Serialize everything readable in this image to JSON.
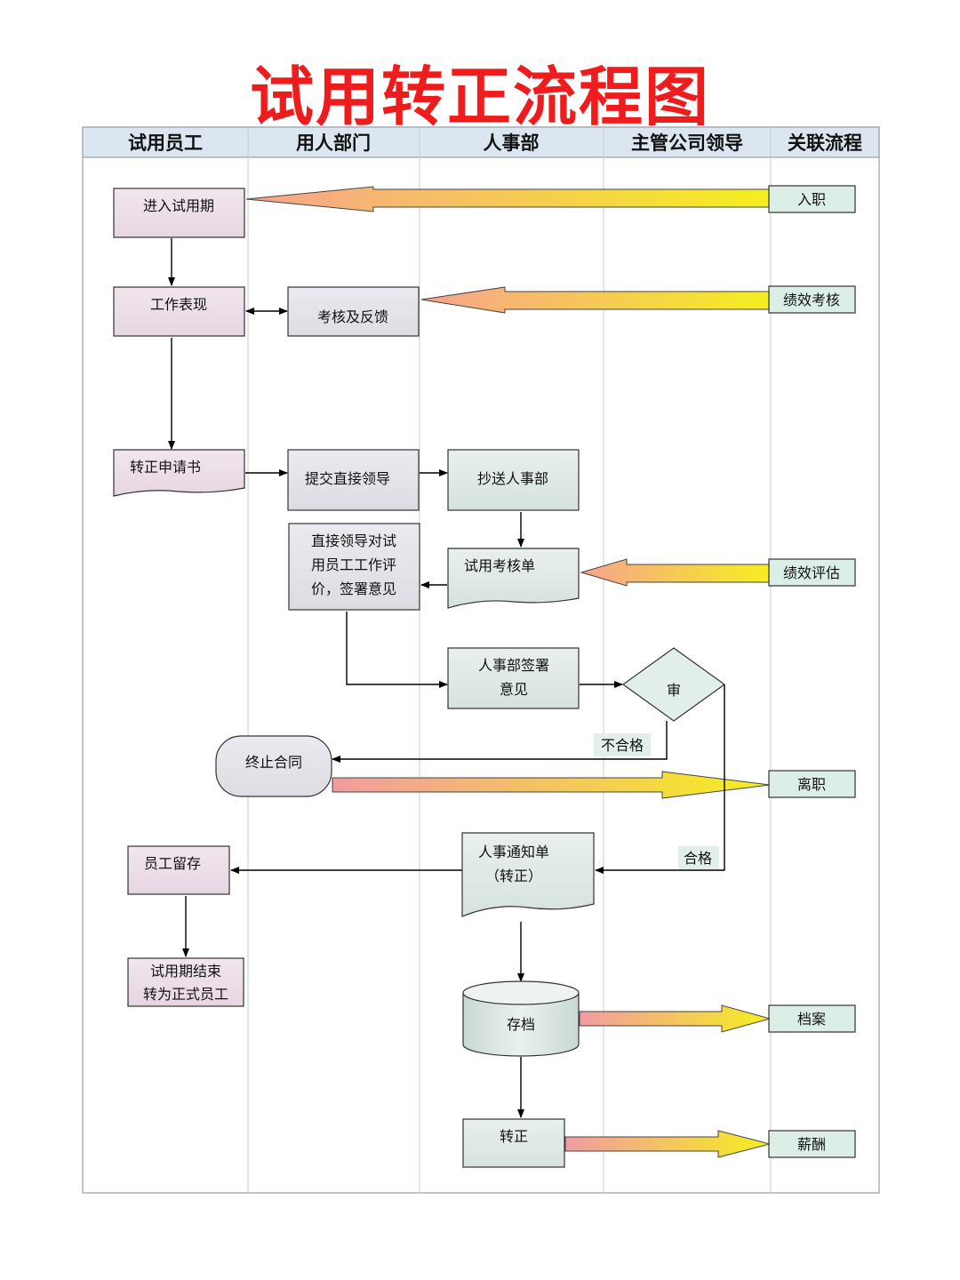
{
  "title": "试用转正流程图",
  "lanes": [
    "试用员工",
    "用人部门",
    "人事部",
    "主管公司领导",
    "关联流程"
  ],
  "nodes": {
    "enter_probation": "进入试用期",
    "work_performance": "工作表现",
    "assess_feedback": "考核及反馈",
    "application": "转正申请书",
    "submit_leader": "提交直接领导",
    "cc_hr": "抄送人事部",
    "leader_eval": [
      "直接领导对试",
      "用员工工作评",
      "价，签署意见"
    ],
    "probation_form": "试用考核单",
    "hr_sign": [
      "人事部签署",
      "意见"
    ],
    "review": "审",
    "terminate": "终止合同",
    "hr_notice": [
      "人事通知单",
      "（转正）"
    ],
    "employee_retain": "员工留存",
    "probation_end": [
      "试用期结束",
      "转为正式员工"
    ],
    "archive": "存档",
    "regularize": "转正"
  },
  "related": {
    "onboarding": "入职",
    "performance_review": "绩效考核",
    "performance_eval": "绩效评估",
    "resignation": "离职",
    "archives": "档案",
    "salary": "薪酬"
  },
  "labels": {
    "fail": "不合格",
    "pass": "合格"
  },
  "colors": {
    "title": "#ee1c1c",
    "header_bg": "#dce6f1",
    "employee_box": "#ecdfe8",
    "dept_box": "#e4e3e8",
    "hr_box": "#e0e9e6",
    "related_box": "#dcefe6",
    "arrow_start": "#f6a38d",
    "arrow_end": "#f5ef1f"
  }
}
